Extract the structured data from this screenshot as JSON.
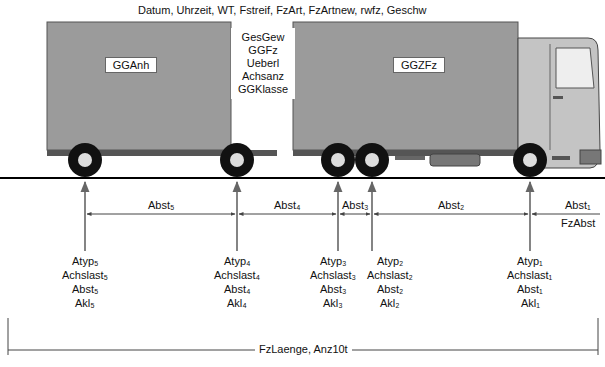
{
  "diagram": {
    "nodes": [
      {
        "text": [
          "GGAnh"
        ]
      },
      {
        "text": [
          "GesGew GGFz Ueberl Achsanz GGKlasse"
        ]
      },
      {
        "text": [
          "GGZFz"
        ]
      }
    ],
    "labels": [
      "Datum, Uhrzeit, WT, Fstreif, FzArt, FzArtnew, rwfz, Geschw",
      "Abst₅",
      "Abst₄",
      "Abst₃",
      "Abst₂",
      "Abst₁",
      "FzAbst",
      "Atyp₅",
      "Achslast₅",
      "Abst₅",
      "Akl₅",
      "Atyp₄",
      "Achslast₄",
      "Abst₄",
      "Akl₄",
      "Atyp₃",
      "Achslast₃",
      "Abst₃",
      "Akl₃",
      "Atyp₂",
      "Achslast₂",
      "Abst₂",
      "Akl₂",
      "Atyp₁",
      "Achslast₁",
      "Abst₁",
      "Akl₁",
      "FzLaenge, Anz10t"
    ]
  }
}
